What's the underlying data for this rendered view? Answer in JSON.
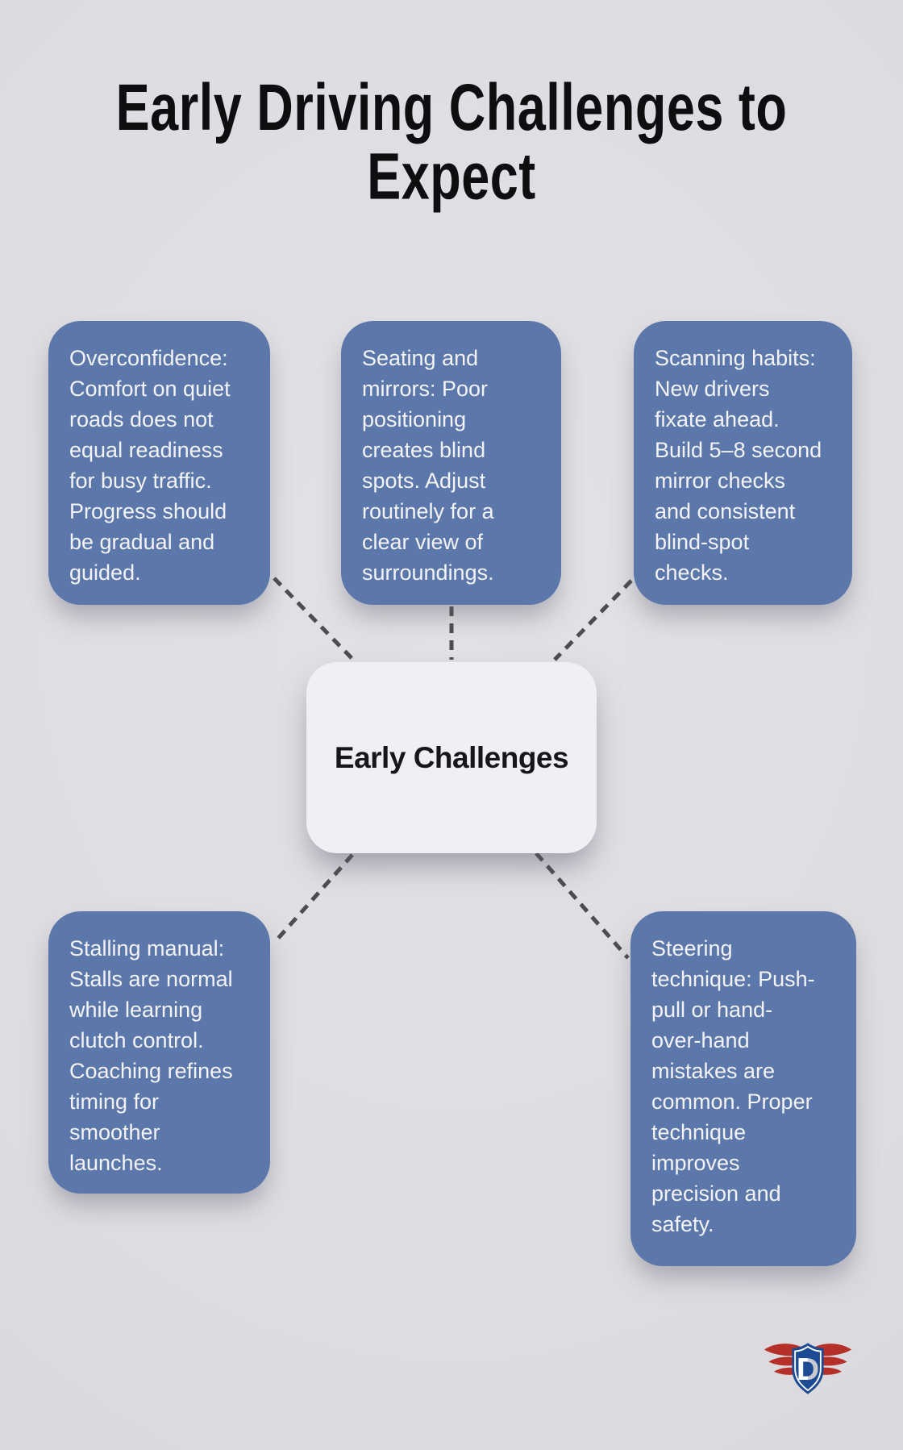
{
  "title": "Early Driving Challenges to\nExpect",
  "center": {
    "label": "Early Challenges"
  },
  "nodes": [
    {
      "id": "overconfidence",
      "text": "Overconfidence:\nComfort on quiet\nroads does not\nequal readiness\nfor busy traffic.\nProgress should\nbe gradual and\nguided."
    },
    {
      "id": "seating-and-mirrors",
      "text": "Seating and\nmirrors: Poor\npositioning\ncreates blind\nspots. Adjust\nroutinely for a\nclear view of\nsurroundings."
    },
    {
      "id": "scanning-habits",
      "text": "Scanning habits:\nNew drivers\nfixate ahead.\nBuild 5–8 second\nmirror checks\nand consistent\nblind-spot\nchecks."
    },
    {
      "id": "stalling-manual",
      "text": "Stalling manual:\nStalls are normal\nwhile learning\nclutch control.\nCoaching refines\ntiming for\nsmoother\nlaunches."
    },
    {
      "id": "steering-technique",
      "text": "Steering\ntechnique: Push-\npull or hand-\nover-hand\nmistakes are\ncommon. Proper\ntechnique\nimproves\nprecision and\nsafety."
    }
  ],
  "logo": {
    "letter": "D"
  },
  "colors": {
    "background": "#dedce0",
    "node_fill": "#5c78ab",
    "node_text": "#f3f3f5",
    "center_fill": "#f0eff4",
    "center_text": "#17171a",
    "connector": "#4d4d4f",
    "title": "#0e0e10",
    "logo_shield": "#1c4b94",
    "logo_wing": "#b6302a"
  }
}
